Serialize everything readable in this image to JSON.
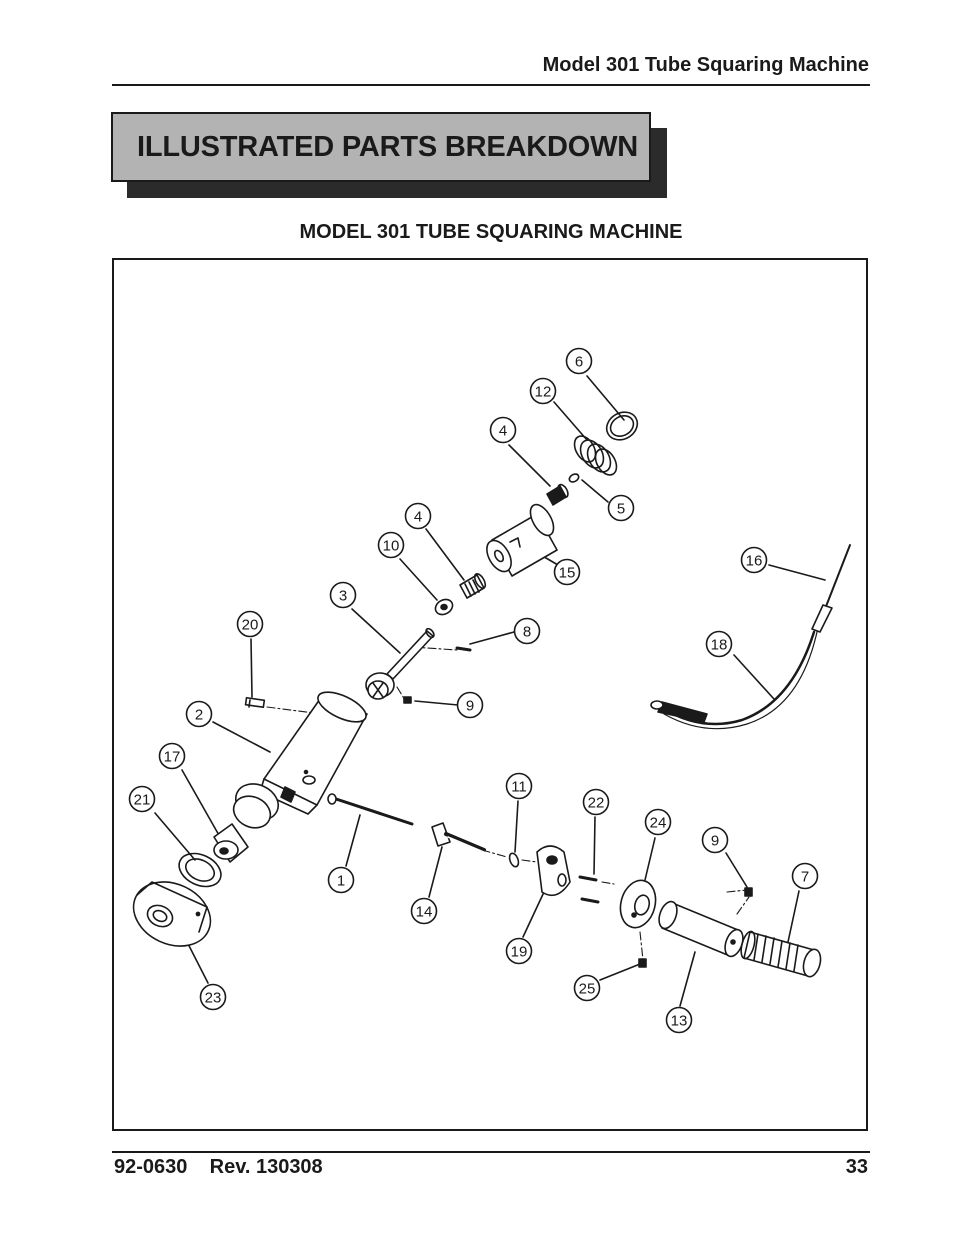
{
  "header": {
    "title": "Model 301 Tube Squaring Machine"
  },
  "section": {
    "title": "ILLUSTRATED PARTS BREAKDOWN"
  },
  "figure": {
    "title": "MODEL 301 TUBE SQUARING MACHINE",
    "callouts": [
      {
        "id": "6",
        "label": "6"
      },
      {
        "id": "12",
        "label": "12"
      },
      {
        "id": "4a",
        "label": "4"
      },
      {
        "id": "5",
        "label": "5"
      },
      {
        "id": "4b",
        "label": "4"
      },
      {
        "id": "10",
        "label": "10"
      },
      {
        "id": "15",
        "label": "15"
      },
      {
        "id": "16",
        "label": "16"
      },
      {
        "id": "3",
        "label": "3"
      },
      {
        "id": "8",
        "label": "8"
      },
      {
        "id": "20",
        "label": "20"
      },
      {
        "id": "18",
        "label": "18"
      },
      {
        "id": "9a",
        "label": "9"
      },
      {
        "id": "2",
        "label": "2"
      },
      {
        "id": "17",
        "label": "17"
      },
      {
        "id": "11",
        "label": "11"
      },
      {
        "id": "22",
        "label": "22"
      },
      {
        "id": "21",
        "label": "21"
      },
      {
        "id": "24",
        "label": "24"
      },
      {
        "id": "9b",
        "label": "9"
      },
      {
        "id": "7",
        "label": "7"
      },
      {
        "id": "1",
        "label": "1"
      },
      {
        "id": "14",
        "label": "14"
      },
      {
        "id": "19",
        "label": "19"
      },
      {
        "id": "25",
        "label": "25"
      },
      {
        "id": "23",
        "label": "23"
      },
      {
        "id": "13",
        "label": "13"
      }
    ]
  },
  "footer": {
    "doc_number": "92-0630    Rev. 130308",
    "page_number": "33"
  }
}
